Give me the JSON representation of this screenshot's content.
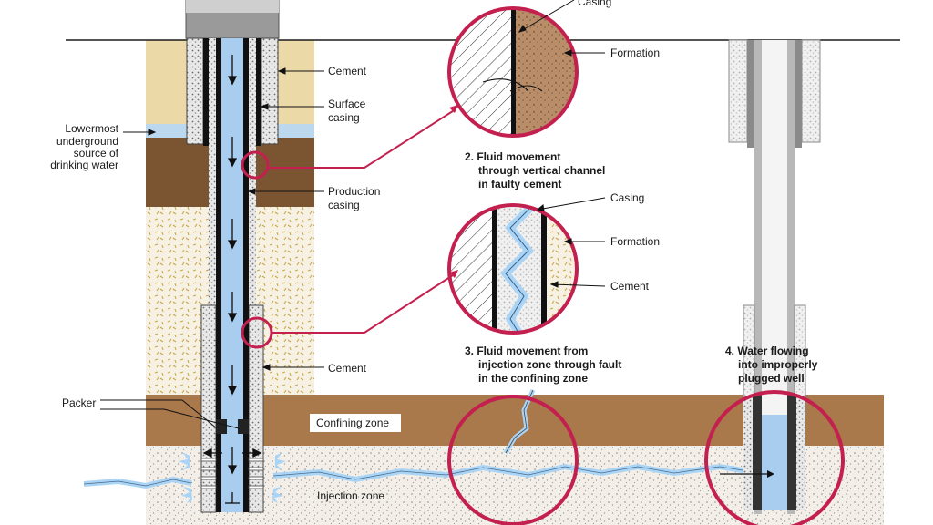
{
  "labels": {
    "cement_upper": "Cement",
    "surface_casing": [
      "Surface",
      "casing"
    ],
    "lowermost_usdw": [
      "Lowermost",
      "underground",
      "source of",
      "drinking water"
    ],
    "production_casing": [
      "Production",
      "casing"
    ],
    "cement_lower": "Cement",
    "packer": "Packer",
    "confining_zone": "Confining zone",
    "injection_zone": "Injection zone"
  },
  "insets": {
    "inset1": {
      "casing": "Casing",
      "formation": "Formation"
    },
    "inset2": {
      "caption": [
        "2. Fluid movement",
        "through vertical channel",
        "in faulty cement"
      ],
      "casing": "Casing",
      "formation": "Formation",
      "cement": "Cement"
    },
    "inset3": {
      "caption": [
        "3. Fluid movement from",
        "injection zone through fault",
        "in the confining zone"
      ]
    },
    "inset4": {
      "caption": [
        "4. Water flowing",
        "into improperly",
        "plugged well"
      ]
    }
  },
  "colors": {
    "sand": "#ecd9a8",
    "brown_layer": "#7b5531",
    "confining": "#a9784b",
    "aquifer_blue": "#bcd8ef",
    "well_fluid": "#a9cdee",
    "formation": "#b88d68",
    "highlight_circle": "#c4204f",
    "stipple": "#f1ede6"
  }
}
